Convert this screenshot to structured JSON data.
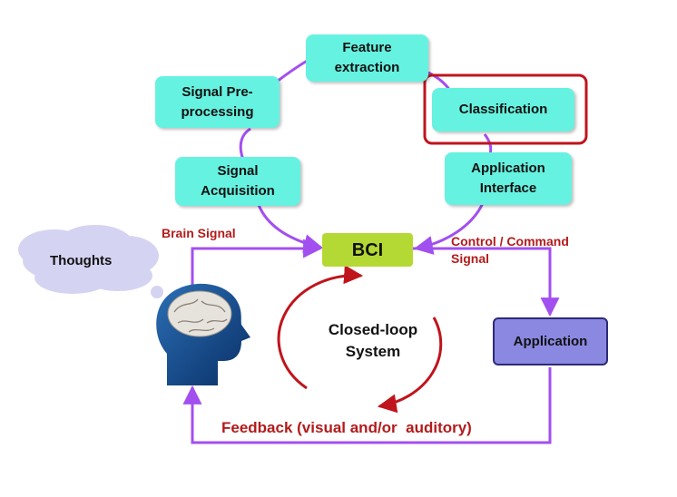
{
  "nodes": {
    "feature_extraction": "Feature\nextraction",
    "signal_preprocessing": "Signal Pre-\nprocessing",
    "classification": "Classification",
    "signal_acquisition": "Signal\nAcquisition",
    "application_interface": "Application\nInterface",
    "bci": "BCI",
    "application": "Application",
    "thoughts": "Thoughts",
    "closed_loop": "Closed-loop\nSystem"
  },
  "edge_labels": {
    "brain_signal": "Brain Signal",
    "control_command": "Control / Command\nSignal",
    "feedback": "Feedback (visual and/or  auditory)"
  },
  "icons": [
    "head-brain-icon",
    "thought-cloud-icon",
    "closed-loop-arrows-icon"
  ],
  "colors": {
    "process_box": "#66f2e0",
    "bci_box": "#b5d934",
    "application_box": "#8a88e0",
    "arrow": "#a24ff0",
    "highlight": "#c0141c",
    "label_text": "#b31b1b",
    "cloud": "#d5d3f2"
  }
}
